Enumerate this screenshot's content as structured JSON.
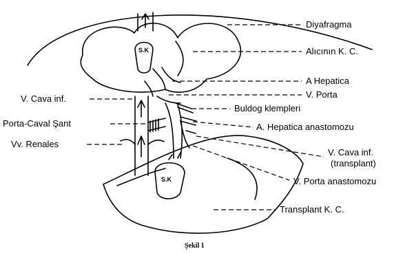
{
  "labels": {
    "diyafragma": "Diyafragma",
    "alicinin_kc": "Alıcının K. C.",
    "a_hepatica": "A Hepatica",
    "v_porta": "V. Porta",
    "v_cava_inf": "V. Cava inf.",
    "buldog": "Buldog klempleri",
    "porta_caval": "Porta-Caval Şant",
    "a_hepatica_anast": "A. Hepatica anastomozu",
    "vv_renales": "Vv. Renales",
    "v_cava_transplant_1": "V. Cava inf.",
    "v_cava_transplant_2": "(transplant)",
    "v_porta_anast": "V. Porta anastomozu",
    "transplant_kc": "Transplant K. C."
  },
  "inner_labels": {
    "sk_top": "S.K",
    "sk_bottom": "S.K"
  },
  "caption": "Şekil 1"
}
